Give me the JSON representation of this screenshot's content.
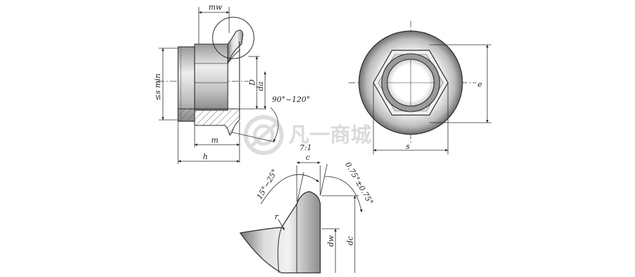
{
  "labels": {
    "mw": "mw",
    "s_min": "≤s min",
    "D": "D",
    "da": "da",
    "angle_flange": "90°~120°",
    "m": "m",
    "h": "h",
    "e": "e",
    "s": "s",
    "scale": "7:1",
    "c": "c",
    "angle_edge": "15°~25°",
    "tolerance": "0.75°±0.75°",
    "r": "r",
    "dw": "dw",
    "dc": "dc"
  },
  "watermark": {
    "text": "凡一商城"
  },
  "colors": {
    "line": "#2a2a2a",
    "hatch": "#666666",
    "metal_light": "#e6e6e6",
    "metal_mid": "#b5b5b5",
    "metal_dark": "#7d7d7d",
    "watermark": "#d8d8d8"
  }
}
